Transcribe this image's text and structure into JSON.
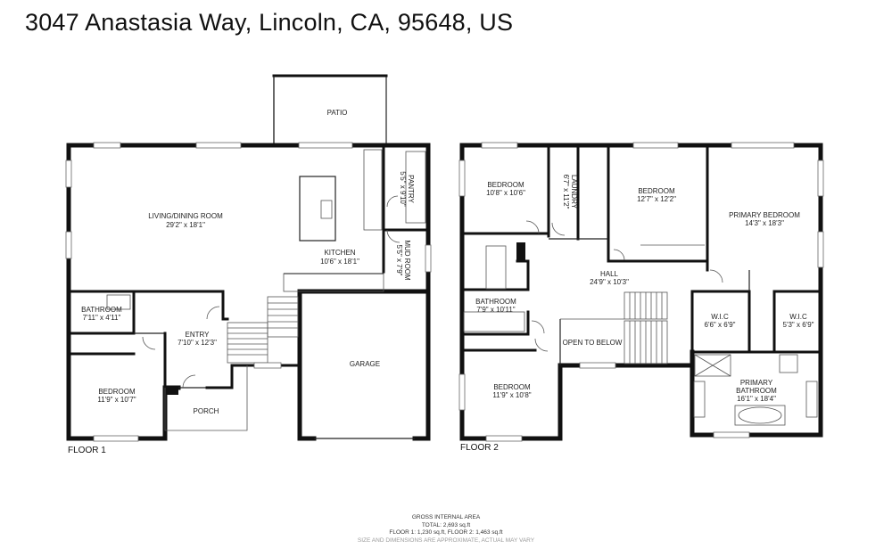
{
  "address": "3047 Anastasia Way, Lincoln, CA, 95648, US",
  "floors": [
    {
      "label": "FLOOR 1",
      "rooms": [
        {
          "id": "patio",
          "name": "PATIO",
          "dims": ""
        },
        {
          "id": "living",
          "name": "LIVING/DINING ROOM",
          "dims": "29'2\" x 18'1\""
        },
        {
          "id": "kitchen",
          "name": "KITCHEN",
          "dims": "10'6\" x 18'1\""
        },
        {
          "id": "pantry",
          "name": "PANTRY",
          "dims": "5'5\" x 9'10\""
        },
        {
          "id": "mudroom",
          "name": "MUD ROOM",
          "dims": "5'5\" x 7'9\""
        },
        {
          "id": "bathroom",
          "name": "BATHROOM",
          "dims": "7'11\" x 4'11\""
        },
        {
          "id": "entry",
          "name": "ENTRY",
          "dims": "7'10\" x 12'3\""
        },
        {
          "id": "bedroom",
          "name": "BEDROOM",
          "dims": "11'9\" x 10'7\""
        },
        {
          "id": "porch",
          "name": "PORCH",
          "dims": ""
        },
        {
          "id": "garage",
          "name": "GARAGE",
          "dims": ""
        }
      ]
    },
    {
      "label": "FLOOR 2",
      "rooms": [
        {
          "id": "bedroom_a",
          "name": "BEDROOM",
          "dims": "10'8\" x 10'6\""
        },
        {
          "id": "laundry",
          "name": "LAUNDRY",
          "dims": "6'7\" x 11'2\""
        },
        {
          "id": "bedroom_b",
          "name": "BEDROOM",
          "dims": "12'7\" x 12'2\""
        },
        {
          "id": "primary_bed",
          "name": "PRIMARY BEDROOM",
          "dims": "14'3\" x 18'3\""
        },
        {
          "id": "hall",
          "name": "HALL",
          "dims": "24'9\" x 10'3\""
        },
        {
          "id": "bathroom2",
          "name": "BATHROOM",
          "dims": "7'9\" x 10'11\""
        },
        {
          "id": "wic1",
          "name": "W.I.C",
          "dims": "6'6\" x 6'9\""
        },
        {
          "id": "wic2",
          "name": "W.I.C",
          "dims": "5'3\" x 6'9\""
        },
        {
          "id": "open_below",
          "name": "OPEN TO BELOW",
          "dims": ""
        },
        {
          "id": "bedroom_c",
          "name": "BEDROOM",
          "dims": "11'9\" x 10'8\""
        },
        {
          "id": "primary_bath_1",
          "name": "PRIMARY",
          "dims": ""
        },
        {
          "id": "primary_bath_2",
          "name": "BATHROOM",
          "dims": "16'1\" x 18'4\""
        }
      ]
    }
  ],
  "summary": {
    "heading": "GROSS INTERNAL AREA",
    "total": "TOTAL: 2,693 sq.ft",
    "floors": "FLOOR 1: 1,230 sq.ft, FLOOR 2: 1,463 sq.ft",
    "disclaimer": "SIZE AND DIMENSIONS ARE APPROXIMATE, ACTUAL MAY VARY"
  }
}
